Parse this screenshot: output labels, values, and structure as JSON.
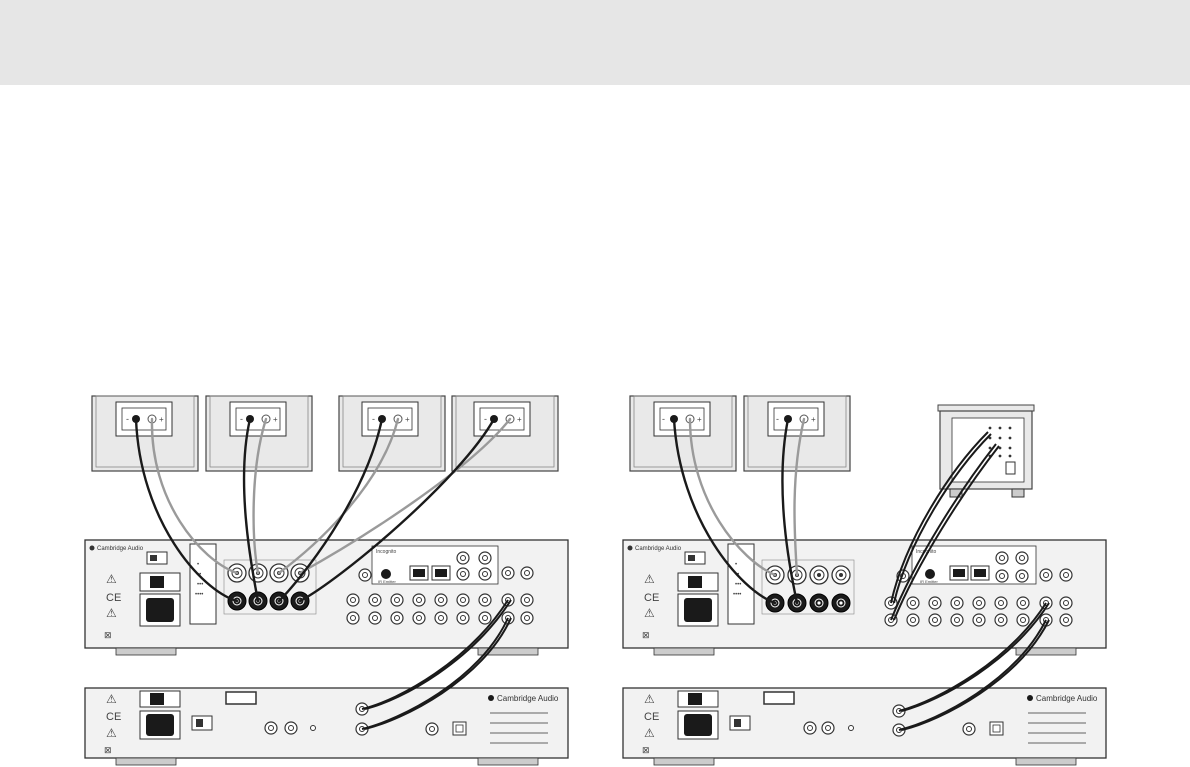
{
  "header": {
    "background": "#e6e6e6"
  },
  "brand": "Cambridge Audio",
  "panel_labels": {
    "speaker_minus": "-",
    "speaker_plus": "+",
    "ce_mark": "CE",
    "warning_symbol": "⚠",
    "weee_symbol": "⊠",
    "incognito_label": "Incognito",
    "ir_label": "IR Emitter",
    "dot_marks": [
      "•",
      "••",
      "•••",
      "••••"
    ]
  },
  "colors": {
    "cable_dark": "#1a1a1a",
    "cable_light": "#9a9a9a",
    "chassis": "#f2f2f2",
    "speaker_box": "#e9e9e9"
  },
  "diagrams": [
    {
      "side": "left",
      "speakers": 4,
      "subwoofer": false
    },
    {
      "side": "right",
      "speakers": 2,
      "subwoofer": true
    }
  ]
}
